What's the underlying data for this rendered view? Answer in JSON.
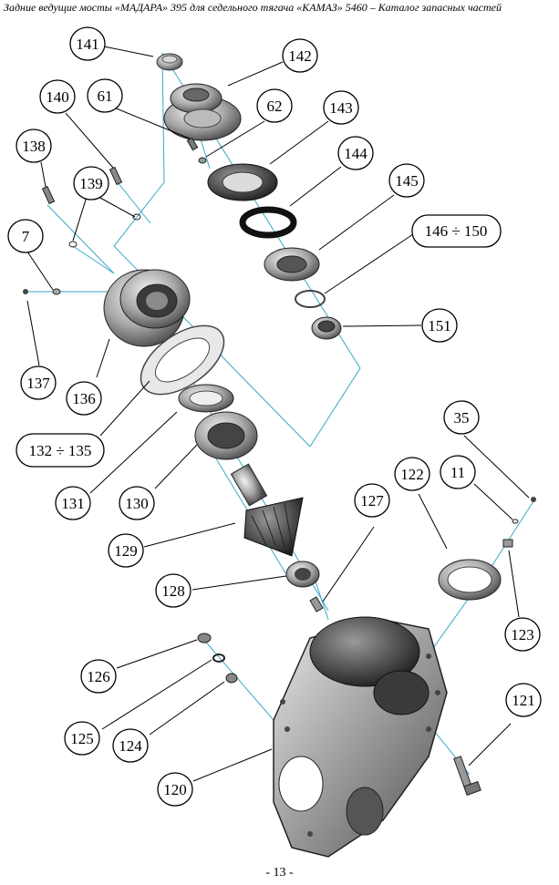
{
  "header": {
    "title": "Задние ведущие мосты «МАДАРА» 395 для седельного тягача «КАМАЗ» 5460 – Каталог запасных частей"
  },
  "callouts": [
    {
      "id": "c141",
      "label": "141"
    },
    {
      "id": "c142",
      "label": "142"
    },
    {
      "id": "c140",
      "label": "140"
    },
    {
      "id": "c61",
      "label": "61"
    },
    {
      "id": "c62",
      "label": "62"
    },
    {
      "id": "c143",
      "label": "143"
    },
    {
      "id": "c138",
      "label": "138"
    },
    {
      "id": "c144",
      "label": "144"
    },
    {
      "id": "c139",
      "label": "139"
    },
    {
      "id": "c145",
      "label": "145"
    },
    {
      "id": "c7",
      "label": "7"
    },
    {
      "id": "c146",
      "label": "146 ÷ 150"
    },
    {
      "id": "c151",
      "label": "151"
    },
    {
      "id": "c137",
      "label": "137"
    },
    {
      "id": "c136",
      "label": "136"
    },
    {
      "id": "c132",
      "label": "132 ÷ 135"
    },
    {
      "id": "c35",
      "label": "35"
    },
    {
      "id": "c122",
      "label": "122"
    },
    {
      "id": "c11",
      "label": "11"
    },
    {
      "id": "c131",
      "label": "131"
    },
    {
      "id": "c130",
      "label": "130"
    },
    {
      "id": "c127",
      "label": "127"
    },
    {
      "id": "c129",
      "label": "129"
    },
    {
      "id": "c128",
      "label": "128"
    },
    {
      "id": "c123",
      "label": "123"
    },
    {
      "id": "c126",
      "label": "126"
    },
    {
      "id": "c121",
      "label": "121"
    },
    {
      "id": "c125",
      "label": "125"
    },
    {
      "id": "c124",
      "label": "124"
    },
    {
      "id": "c120",
      "label": "120"
    }
  ],
  "page": {
    "number": "- 13 -"
  }
}
